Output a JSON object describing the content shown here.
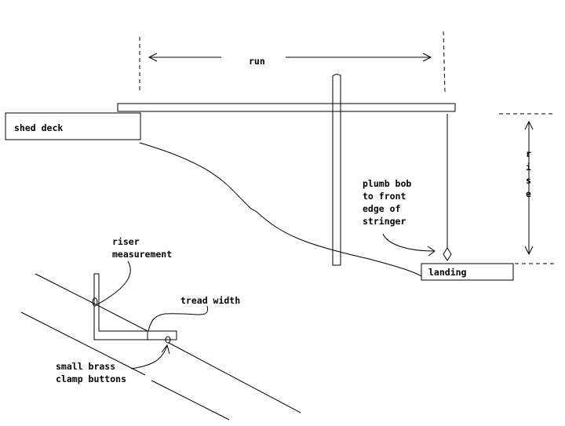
{
  "labels": {
    "run": "run",
    "rise": "rise",
    "shed_deck": "shed deck",
    "landing": "landing",
    "plumb_bob": [
      "plumb bob",
      "to front",
      "edge of",
      "stringer"
    ],
    "riser_measurement": [
      "riser",
      "measurement"
    ],
    "tread_width": "tread width",
    "clamp_buttons": [
      "small brass",
      "clamp buttons"
    ]
  }
}
